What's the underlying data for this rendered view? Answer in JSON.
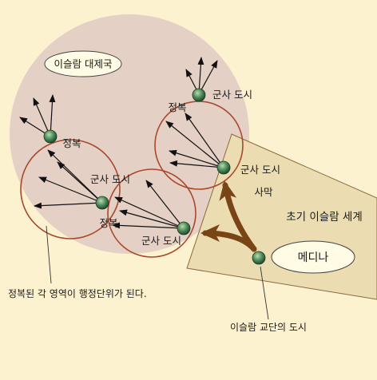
{
  "labels": {
    "empire": "이슬람 대제국",
    "early_islamic_world": "초기 이슬람 세계",
    "desert": "사막",
    "medina": "메디나",
    "conquest_top": "정복",
    "conquest_left": "정복",
    "conquest_mid": "정복",
    "garrison_top": "군사 도시",
    "garrison_right": "군사 도시",
    "garrison_center": "군사 도시",
    "garrison_bottom": "군사 도시",
    "note_provinces": "정복된 각 영역이 행정단위가 된다.",
    "note_religious_city": "이슬람 교단의 도시"
  },
  "colors": {
    "page_background": "#fdf2cf",
    "empire_region": "#e4d0c4",
    "early_region": "#ecdcb2",
    "early_region_edge": "#8b6a3c",
    "conquest_circle": "#a8482c",
    "expansion_arrow": "#7a4516",
    "city_dot": "#3f7f52",
    "oval_fill": "#fffbe4"
  }
}
